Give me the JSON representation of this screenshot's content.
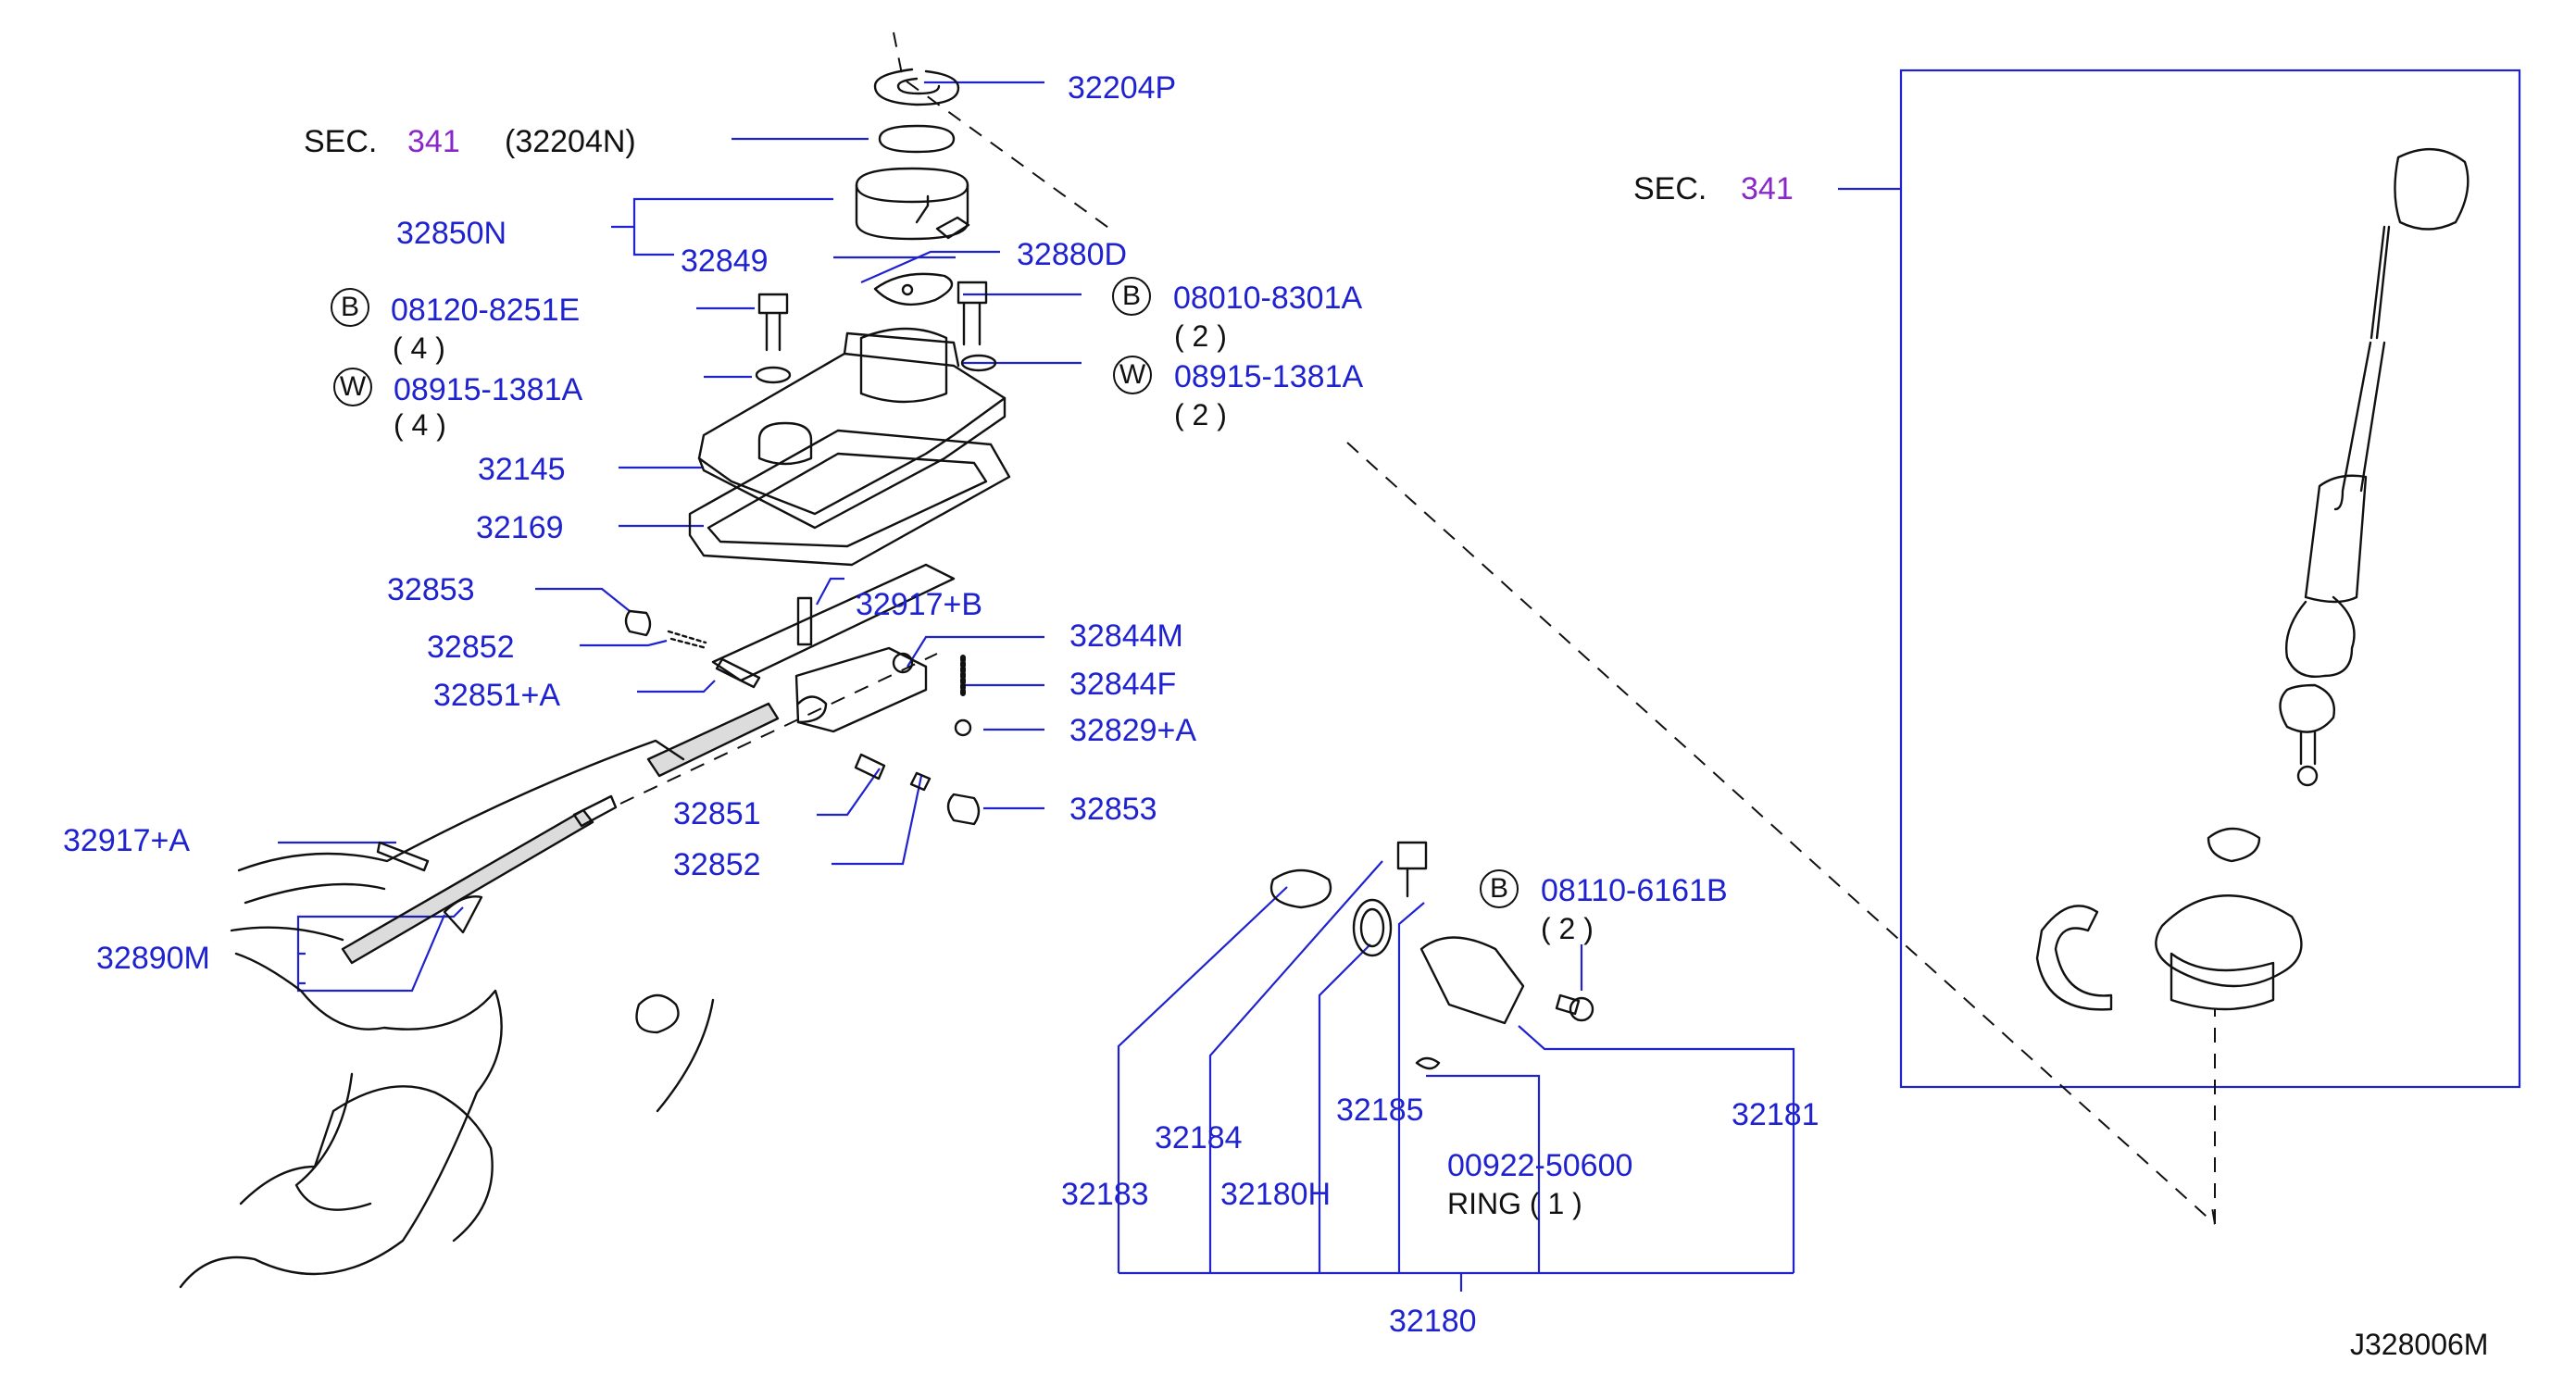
{
  "diagram_id": "J328006M",
  "sec_ref_left": {
    "prefix": "SEC.",
    "num": "341",
    "part": "(32204N)"
  },
  "sec_ref_right": {
    "prefix": "SEC.",
    "num": "341"
  },
  "parts": {
    "p32204P": "32204P",
    "p32850N": "32850N",
    "p32849": "32849",
    "p32880D": "32880D",
    "p08120": "08120-8251E",
    "q08120": "( 4 )",
    "p08915L": "08915-1381A",
    "q08915L": "( 4 )",
    "p08010": "08010-8301A",
    "q08010": "( 2 )",
    "p08915R": "08915-1381A",
    "q08915R": "( 2 )",
    "p32145": "32145",
    "p32169": "32169",
    "p32853a": "32853",
    "p32852a": "32852",
    "p32851A": "32851+A",
    "p32917B": "32917+B",
    "p32844M": "32844M",
    "p32844F": "32844F",
    "p32829A": "32829+A",
    "p32851": "32851",
    "p32853b": "32853",
    "p32852b": "32852",
    "p32917A": "32917+A",
    "p32890M": "32890M",
    "p08110": "08110-6161B",
    "q08110": "( 2 )",
    "p32184": "32184",
    "p32185": "32185",
    "p32181": "32181",
    "p00922": "00922-50600",
    "ring": "RING ( 1 )",
    "p32183": "32183",
    "p32180H": "32180H",
    "p32180": "32180"
  },
  "markers": {
    "bolt": "B",
    "washer": "W"
  },
  "colors": {
    "label": "#1f22cf",
    "leader": "#1f22cf",
    "sec_num": "#8a27c8",
    "drawing": "#111111"
  }
}
